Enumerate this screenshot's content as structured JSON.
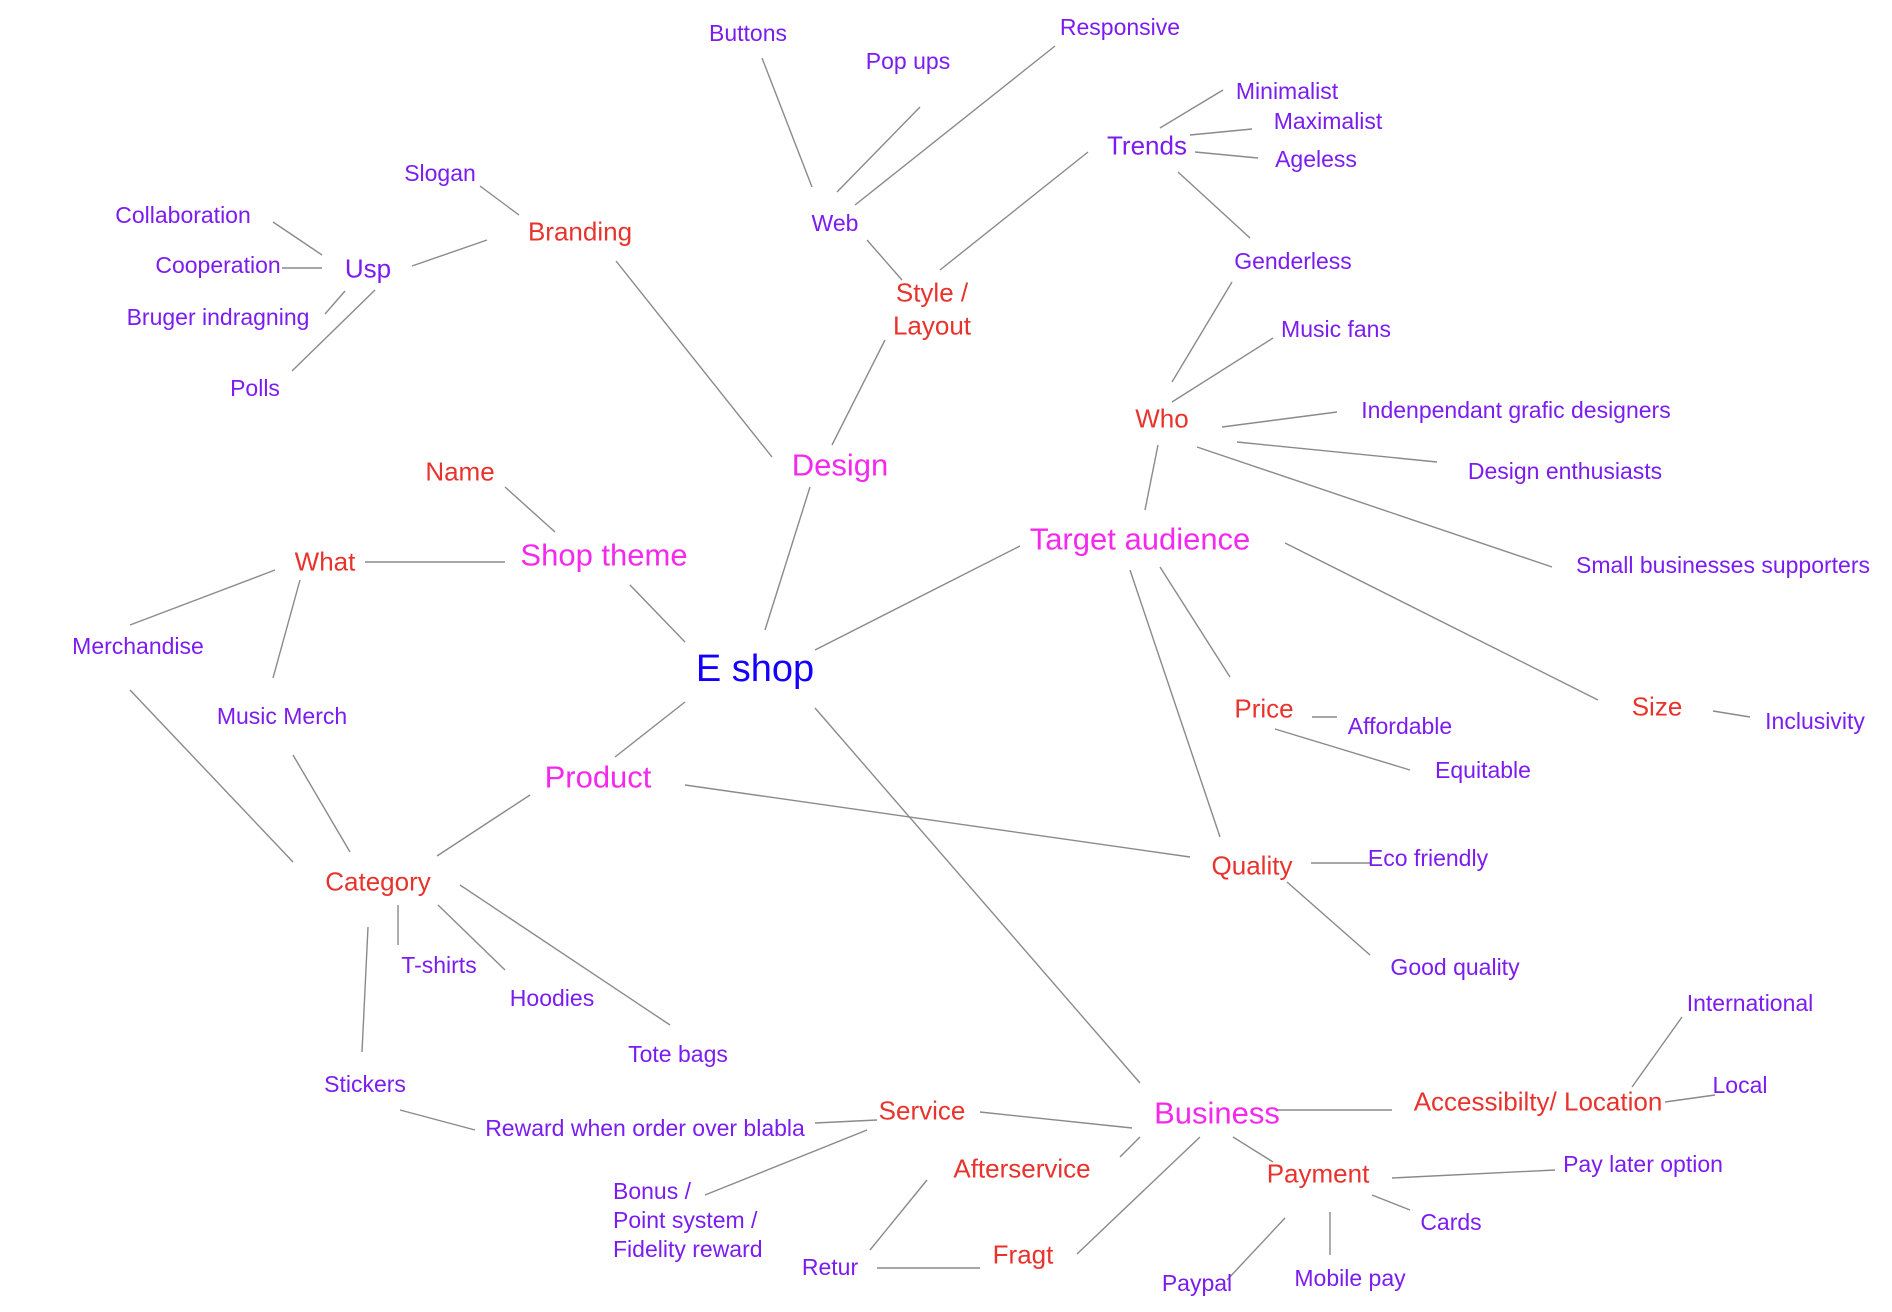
{
  "colors": {
    "root": "#1400ff",
    "main": "#f429ed",
    "sub": "#e8332d",
    "leaf": "#7b1cf0",
    "edge": "#8a8a8a"
  },
  "nodes": {
    "e_shop": "E shop",
    "design": "Design",
    "shop_theme": "Shop theme",
    "product": "Product",
    "target_audience": "Target audience",
    "business": "Business",
    "branding": "Branding",
    "slogan": "Slogan",
    "usp": "Usp",
    "collaboration": "Collaboration",
    "cooperation": "Cooperation",
    "bruger_indragning": "Bruger indragning",
    "polls": "Polls",
    "style_layout": "Style /\nLayout",
    "web": "Web",
    "buttons": "Buttons",
    "pop_ups": "Pop ups",
    "responsive": "Responsive",
    "trends": "Trends",
    "minimalist": "Minimalist",
    "maximalist": "Maximalist",
    "ageless": "Ageless",
    "genderless": "Genderless",
    "name": "Name",
    "what": "What",
    "merchandise": "Merchandise",
    "music_merch": "Music Merch",
    "category": "Category",
    "t_shirts": "T-shirts",
    "hoodies": "Hoodies",
    "tote_bags": "Tote bags",
    "stickers": "Stickers",
    "who": "Who",
    "music_fans": "Music fans",
    "independent_designers": "Indenpendant grafic designers",
    "design_enthusiasts": "Design enthusiasts",
    "small_business_supporters": "Small businesses supporters",
    "price": "Price",
    "affordable": "Affordable",
    "equitable": "Equitable",
    "size": "Size",
    "inclusivity": "Inclusivity",
    "quality": "Quality",
    "eco_friendly": "Eco friendly",
    "good_quality": "Good quality",
    "service": "Service",
    "reward": "Reward when order over blabla",
    "bonus": "Bonus /\nPoint system /\nFidelity reward",
    "afterservice": "Afterservice",
    "retur": "Retur",
    "fragt": "Fragt",
    "accessibility": "Accessibilty/ Location",
    "international": "International",
    "local": "Local",
    "payment": "Payment",
    "pay_later": "Pay later option",
    "cards": "Cards",
    "paypal": "Paypal",
    "mobile_pay": "Mobile pay"
  }
}
